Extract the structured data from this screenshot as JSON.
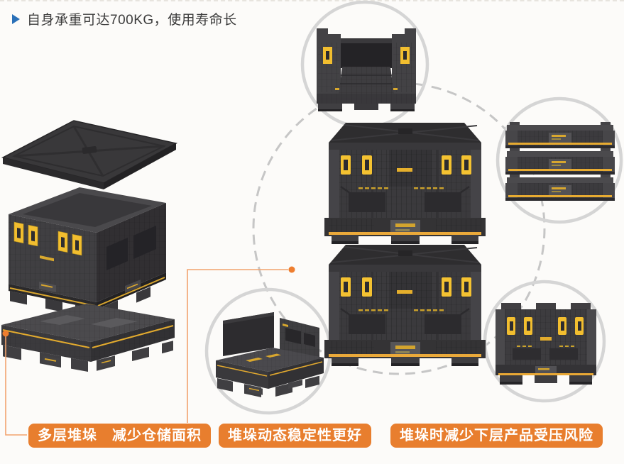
{
  "page": {
    "background": "#fcfbf9"
  },
  "header": {
    "text": "自身承重可达700KG，使用寿命长"
  },
  "callouts": [
    {
      "text": "多层堆垛　减少仓储面积"
    },
    {
      "text": "堆垛动态稳定性更好"
    },
    {
      "text": "堆垛时减少下层产品受压风险"
    }
  ],
  "colors": {
    "callout_orange": "#e87e2e",
    "connector_orange": "#f2a36e",
    "dot_orange": "#ee7e2f",
    "bullet_blue": "#2a70b8",
    "accent_yellow": "#f2be2f",
    "container_gray": "#3c3b3e",
    "ring_gray": "#d5d5d5",
    "dashed_ring_gray": "#c6c6c6"
  },
  "illustrations": [
    {
      "name": "exploded-collapsible-container"
    },
    {
      "name": "folded-wall-container"
    },
    {
      "name": "double-stacked-containers"
    },
    {
      "name": "three-stacked-folded-containers"
    },
    {
      "name": "half-folded-container"
    },
    {
      "name": "assembled-container"
    }
  ]
}
